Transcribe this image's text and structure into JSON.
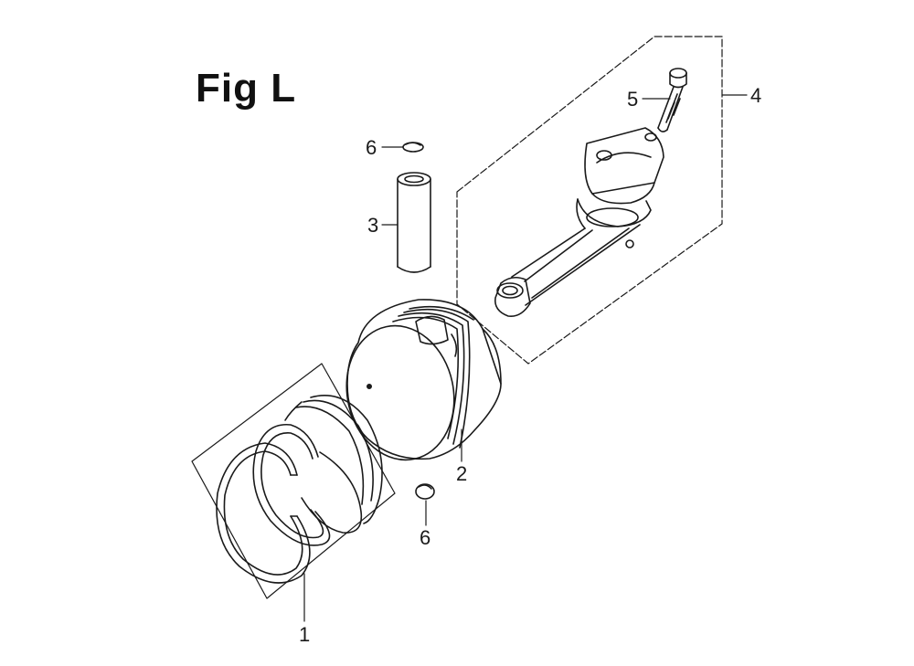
{
  "figure": {
    "title": "Fig L"
  },
  "callouts": {
    "c1": "1",
    "c2": "2",
    "c3": "3",
    "c4": "4",
    "c5": "5",
    "c6_top": "6",
    "c6_bottom": "6"
  },
  "colors": {
    "line": "#1a1a1a",
    "background": "#ffffff"
  }
}
